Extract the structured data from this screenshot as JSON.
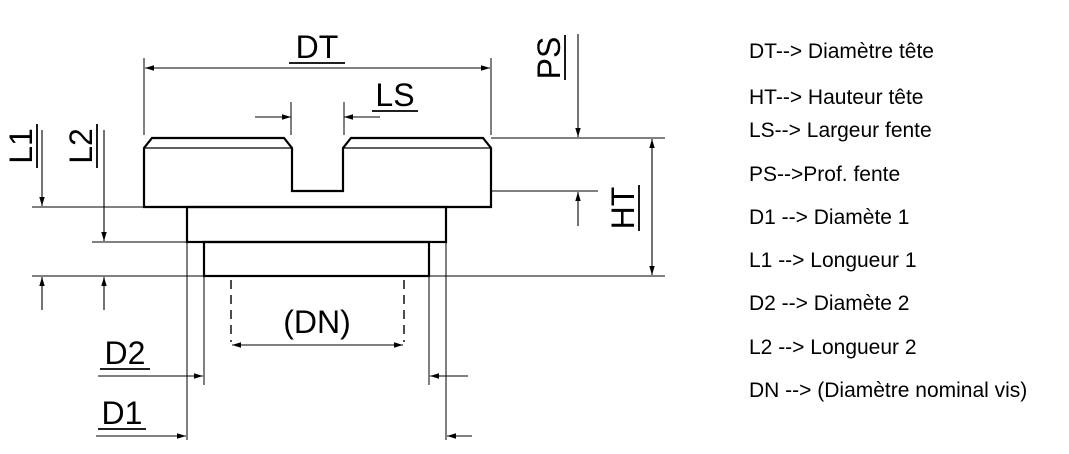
{
  "labels": {
    "DT": "DT",
    "LS": "LS",
    "PS": "PS",
    "HT": "HT",
    "L1": "L1",
    "L2": "L2",
    "D1": "D1",
    "D2": "D2",
    "DN": "(DN)"
  },
  "legend": [
    "DT--> Diamètre tête",
    "HT--> Hauteur tête",
    "LS--> Largeur fente",
    "PS-->Prof. fente",
    "D1 --> Diamète 1",
    "L1 --> Longueur 1",
    "D2 --> Diamète 2",
    "L2 --> Longueur 2",
    "DN --> (Diamètre nominal vis)"
  ]
}
